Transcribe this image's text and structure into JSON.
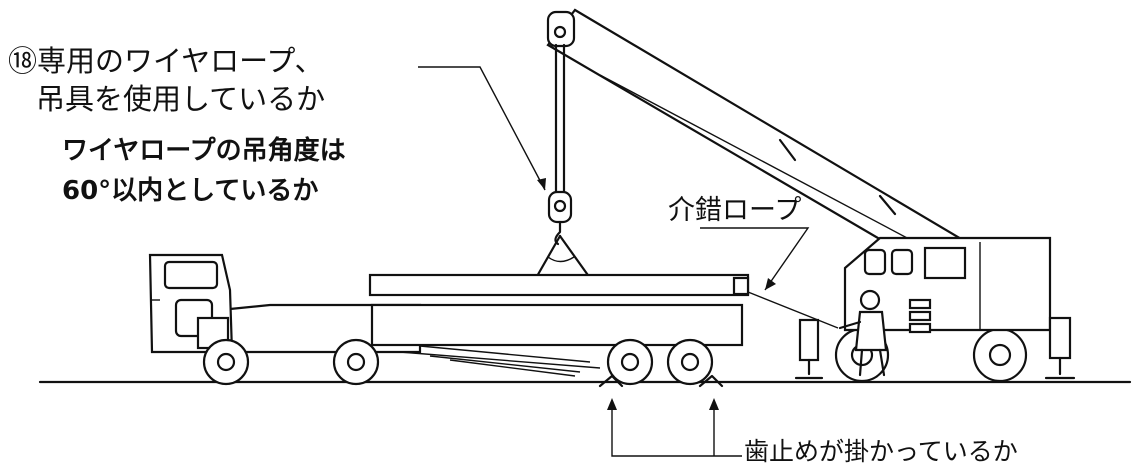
{
  "labels": {
    "wire_rope_line1": "⑱専用のワイヤロープ、",
    "wire_rope_line2": "吊具を使用しているか",
    "angle_line1": "ワイヤロープの吊角度は",
    "angle_line2": "60°以内としているか",
    "tag_line": "介錯ロープ",
    "wheel_chock": "歯止めが掛かっているか"
  }
}
